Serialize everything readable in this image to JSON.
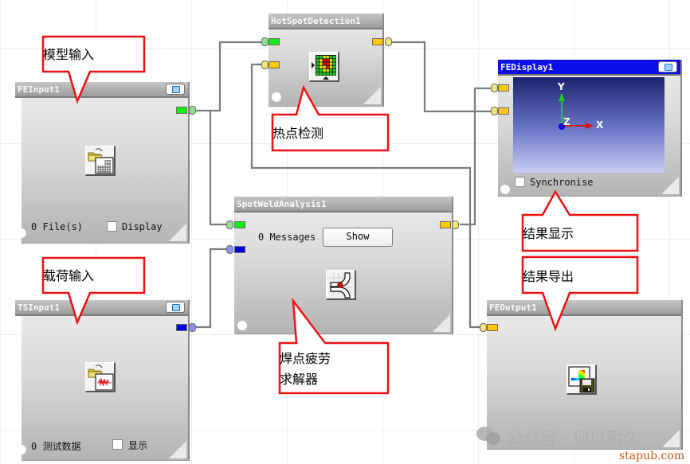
{
  "canvas": {
    "nodes": {
      "fe_input": {
        "title": "FEInput1",
        "status_count": "0 File(s)",
        "checkbox_label": "Display",
        "checked": false,
        "icon": "folder-mesh-import-icon"
      },
      "ts_input": {
        "title": "TSInput1",
        "status_count": "0 测试数据",
        "checkbox_label": "显示",
        "checked": false,
        "icon": "folder-signal-import-icon"
      },
      "hotspot": {
        "title": "HotSpotDetection1",
        "icon": "hotspot-grid-icon"
      },
      "spotweld": {
        "title": "SpotWeldAnalysis1",
        "messages": "0 Messages",
        "show_button": "Show",
        "icon": "spotweld-icon"
      },
      "fe_display": {
        "title": "FEDisplay1",
        "checkbox_label": "Synchronise",
        "checked": false,
        "axes": {
          "x": "X",
          "y": "Y",
          "z": "Z"
        }
      },
      "fe_output": {
        "title": "FEOutput1",
        "icon": "fe-save-icon"
      }
    },
    "callouts": {
      "model_input": "模型输入",
      "load_input": "载荷输入",
      "hotspot": "热点检测",
      "solver_line1": "焊点疲劳",
      "solver_line2": "求解器",
      "result_display": "结果显示",
      "result_export": "结果导出"
    },
    "watermark": "公众号 · 何以耐久",
    "site": "stapub.com"
  },
  "colors": {
    "callout": "#ee1111",
    "active_title": "#0b10e8",
    "port_green": "#16ee16",
    "port_yellow": "#ffc800",
    "port_blue": "#0000ee",
    "wire": "#7c7c7c"
  }
}
